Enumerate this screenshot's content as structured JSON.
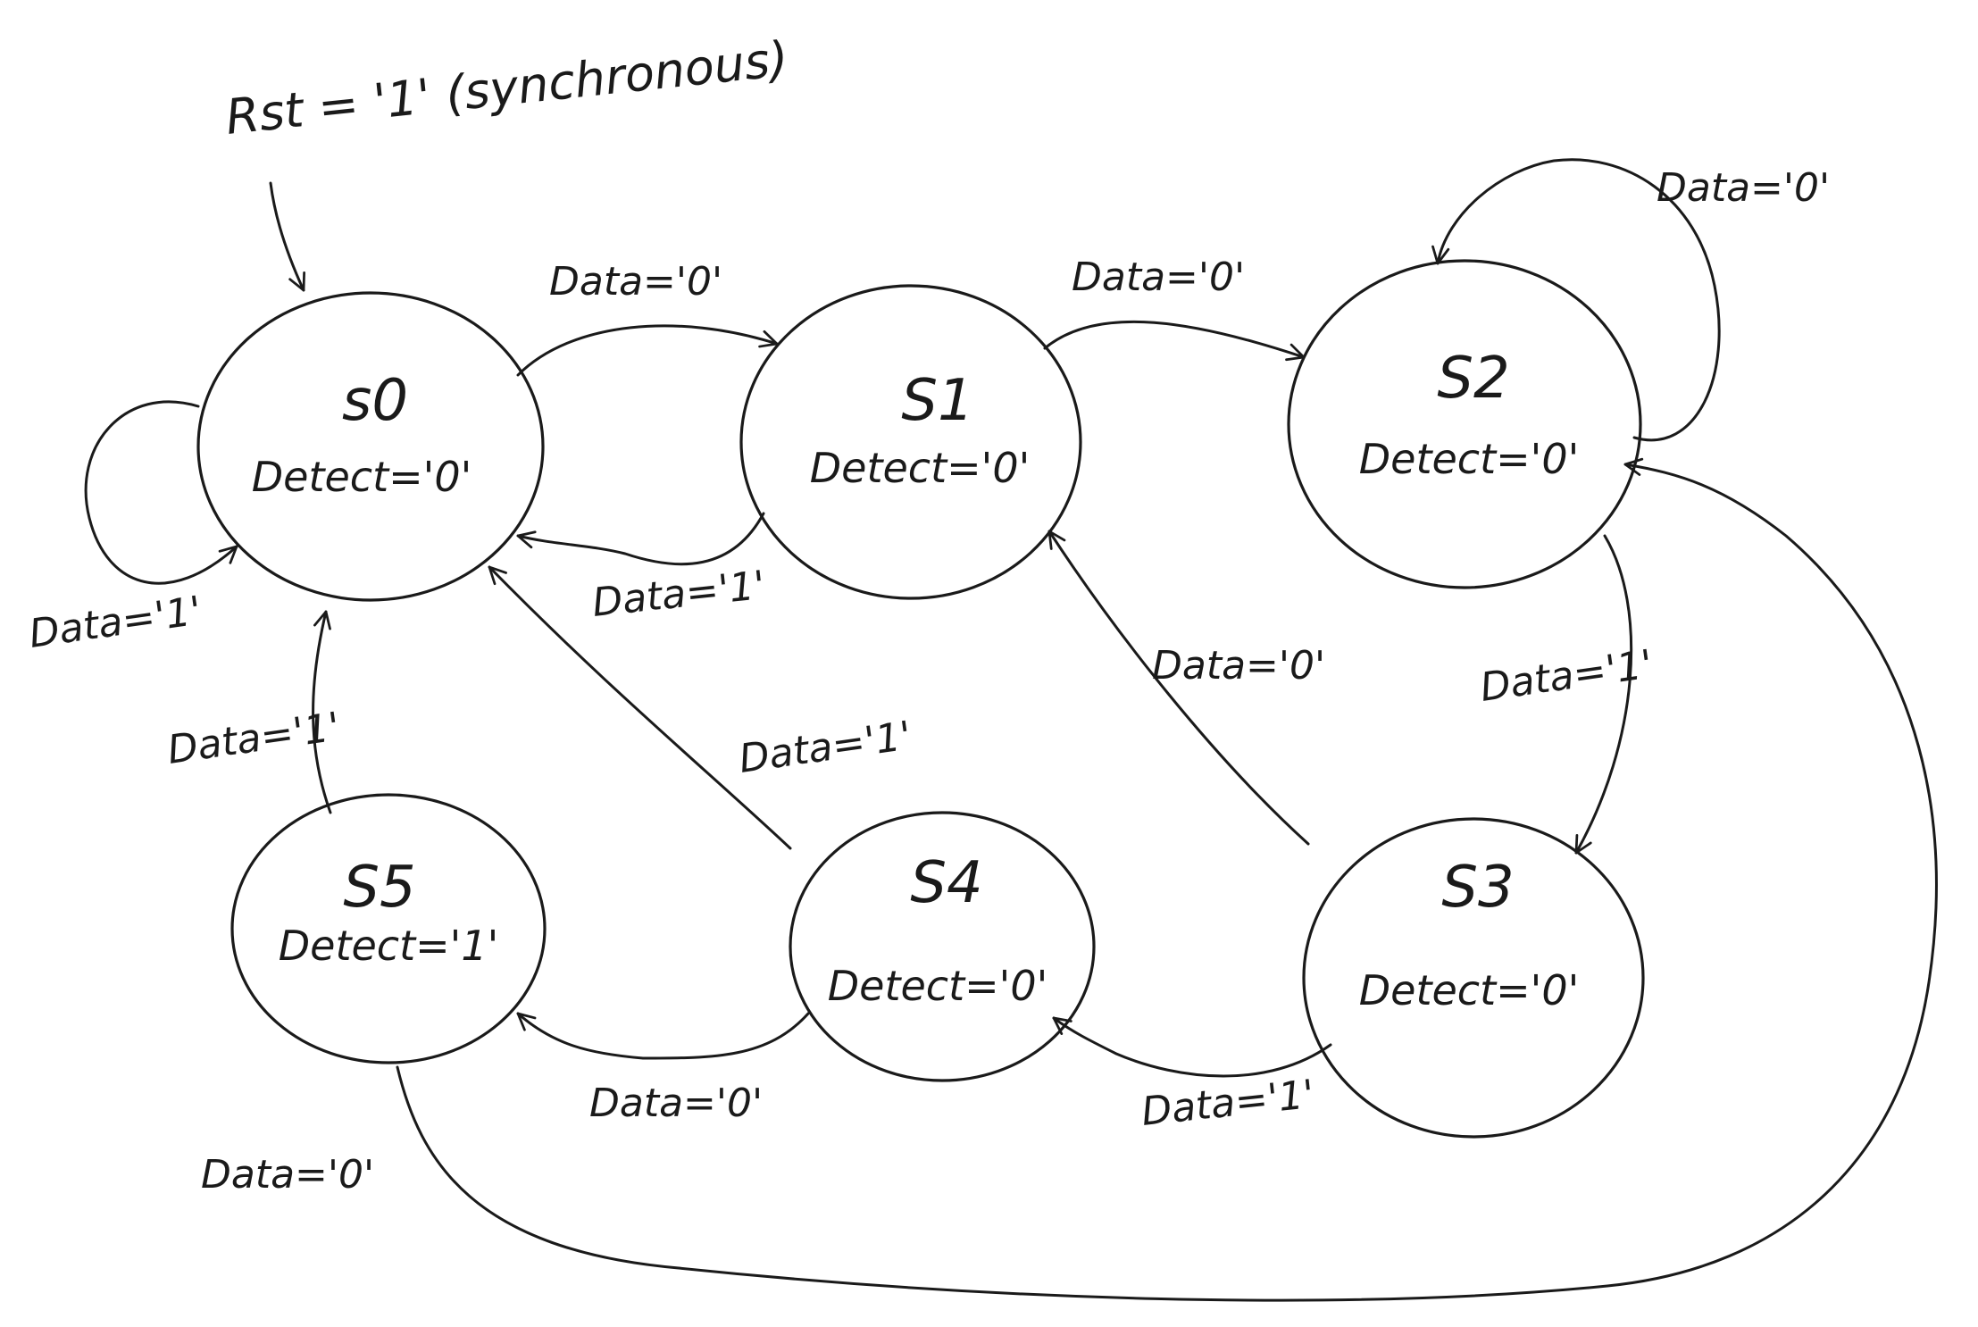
{
  "reset": {
    "label": "Rst = '1' (synchronous)"
  },
  "states": {
    "s0": {
      "name": "s0",
      "output": "Detect='0'"
    },
    "s1": {
      "name": "S1",
      "output": "Detect='0'"
    },
    "s2": {
      "name": "S2",
      "output": "Detect='0'"
    },
    "s3": {
      "name": "S3",
      "output": "Detect='0'"
    },
    "s4": {
      "name": "S4",
      "output": "Detect='0'"
    },
    "s5": {
      "name": "S5",
      "output": "Detect='1'"
    }
  },
  "transitions": {
    "s0_s0": "Data='1'",
    "s0_s1": "Data='0'",
    "s1_s0": "Data='1'",
    "s1_s2": "Data='0'",
    "s2_s2": "Data='0'",
    "s2_s3": "Data='1'",
    "s3_s1": "Data='0'",
    "s3_s4": "Data='1'",
    "s4_s0": "Data='1'",
    "s4_s5": "Data='0'",
    "s5_s0": "Data='1'",
    "s5_s2": "Data='0'"
  }
}
